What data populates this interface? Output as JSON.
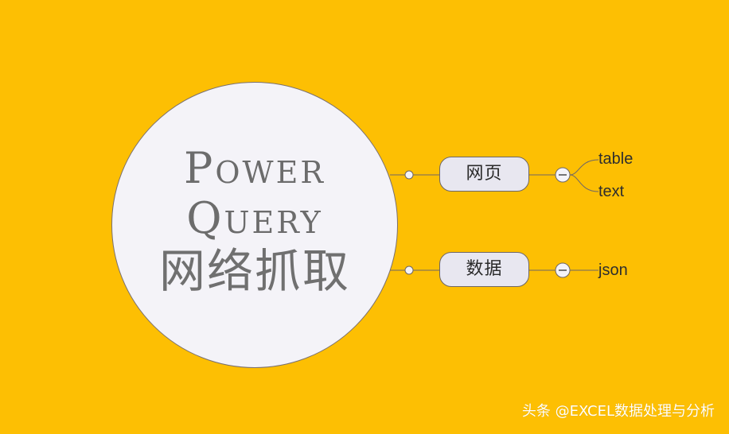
{
  "colors": {
    "background": "#fdbf03",
    "circle_fill": "#f4f3f8",
    "node_fill": "#e8e7f0",
    "line": "#6e6666"
  },
  "central": {
    "line1": "Power",
    "line2": "Query",
    "line3": "网络抓取"
  },
  "branches": [
    {
      "label": "网页",
      "collapse_icon": "minus-circle-icon",
      "children": [
        "table",
        "text"
      ]
    },
    {
      "label": "数据",
      "collapse_icon": "minus-circle-icon",
      "children": [
        "json"
      ]
    }
  ],
  "watermark": "头条 @EXCEL数据处理与分析"
}
